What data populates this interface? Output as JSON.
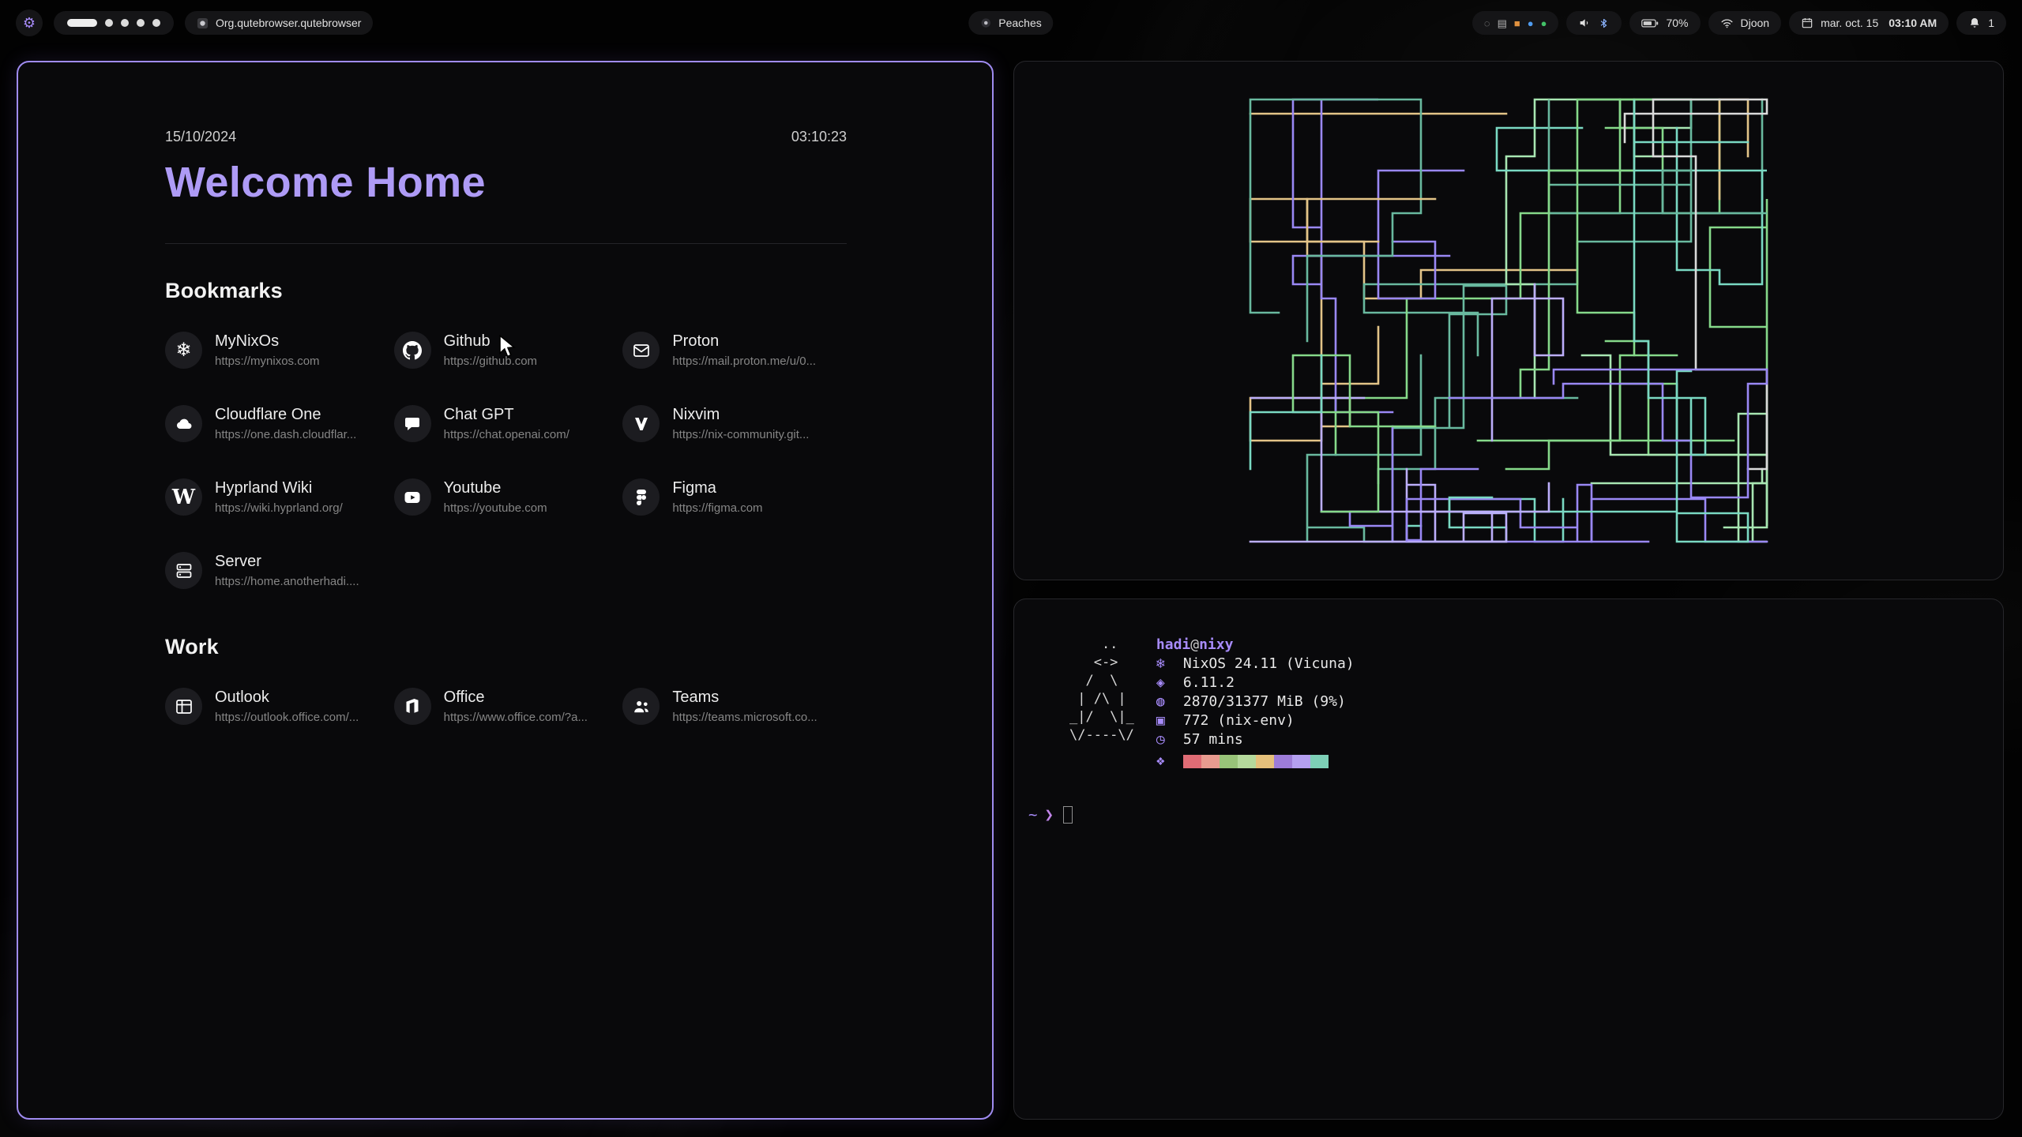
{
  "colors": {
    "accent": "#a78bfa",
    "focus_border": "#9f8bf0",
    "window_bg": "#09090b",
    "pill_bg": "#151517",
    "title_purple": "#ae9bf6",
    "url_gray": "#858585"
  },
  "topbar": {
    "launcher_icon": "⚙",
    "workspaces": {
      "count": 5,
      "active_index": 0
    },
    "window_title": "Org.qutebrowser.qutebrowser",
    "media_label": "Peaches",
    "tray": [
      {
        "name": "tray-icon-1",
        "glyph": "◌",
        "color": "#9a9a9a"
      },
      {
        "name": "tray-icon-2",
        "glyph": "▤",
        "color": "#b5b5b5"
      },
      {
        "name": "tray-icon-3",
        "glyph": "■",
        "color": "#e0913f"
      },
      {
        "name": "tray-icon-4",
        "glyph": "●",
        "color": "#4f9cf0"
      },
      {
        "name": "tray-icon-5",
        "glyph": "●",
        "color": "#43c268"
      }
    ],
    "battery_percent": "70%",
    "network_ssid": "Djoon",
    "clock_date": "mar. oct. 15",
    "clock_time": "03:10 AM",
    "notification_count": "1"
  },
  "startpage": {
    "date": "15/10/2024",
    "time": "03:10:23",
    "title": "Welcome Home",
    "sections": [
      {
        "heading": "Bookmarks",
        "items": [
          {
            "name": "MyNixOs",
            "url": "https://mynixos.com",
            "icon": "nix"
          },
          {
            "name": "Github",
            "url": "https://github.com",
            "icon": "github"
          },
          {
            "name": "Proton",
            "url": "https://mail.proton.me/u/0...",
            "icon": "mail"
          },
          {
            "name": "Cloudflare One",
            "url": "https://one.dash.cloudflar...",
            "icon": "cloud"
          },
          {
            "name": "Chat GPT",
            "url": "https://chat.openai.com/",
            "icon": "chat"
          },
          {
            "name": "Nixvim",
            "url": "https://nix-community.git...",
            "icon": "nixvim"
          },
          {
            "name": "Hyprland Wiki",
            "url": "https://wiki.hyprland.org/",
            "icon": "wiki"
          },
          {
            "name": "Youtube",
            "url": "https://youtube.com",
            "icon": "youtube"
          },
          {
            "name": "Figma",
            "url": "https://figma.com",
            "icon": "figma"
          },
          {
            "name": "Server",
            "url": "https://home.anotherhadi....",
            "icon": "server"
          }
        ]
      },
      {
        "heading": "Work",
        "items": [
          {
            "name": "Outlook",
            "url": "https://outlook.office.com/...",
            "icon": "outlook"
          },
          {
            "name": "Office",
            "url": "https://www.office.com/?a...",
            "icon": "office"
          },
          {
            "name": "Teams",
            "url": "https://teams.microsoft.co...",
            "icon": "teams"
          }
        ]
      }
    ]
  },
  "fetch": {
    "user": "hadi",
    "at": "@",
    "host": "nixy",
    "ascii": [
      "    ..",
      "   <->",
      "  /  \\",
      " | /\\ |",
      "_|/  \\|_",
      "\\/----\\/"
    ],
    "lines": [
      {
        "icon": "❄",
        "text": "NixOS 24.11 (Vicuna)"
      },
      {
        "icon": "◈",
        "text": "6.11.2"
      },
      {
        "icon": "◍",
        "text": "2870/31377 MiB (9%)"
      },
      {
        "icon": "▣",
        "text": "772 (nix-env)"
      },
      {
        "icon": "◷",
        "text": "57 mins"
      }
    ],
    "palette_icon": "❖",
    "palette": [
      "#e06c75",
      "#e89b8f",
      "#98c379",
      "#b5d99c",
      "#e5c07b",
      "#9d7cd8",
      "#b4a0f0",
      "#7dcfb6"
    ],
    "prompt_tilde": "~",
    "prompt_arrow": "❯"
  },
  "pipes": {
    "colors": [
      "#7ad9c3",
      "#7ad9c3",
      "#86d98a",
      "#a8e6b2",
      "#9a88f5",
      "#bcaefb",
      "#e3c488",
      "#dadada",
      "#69b99f",
      "#86d98a",
      "#9a88f5"
    ]
  }
}
